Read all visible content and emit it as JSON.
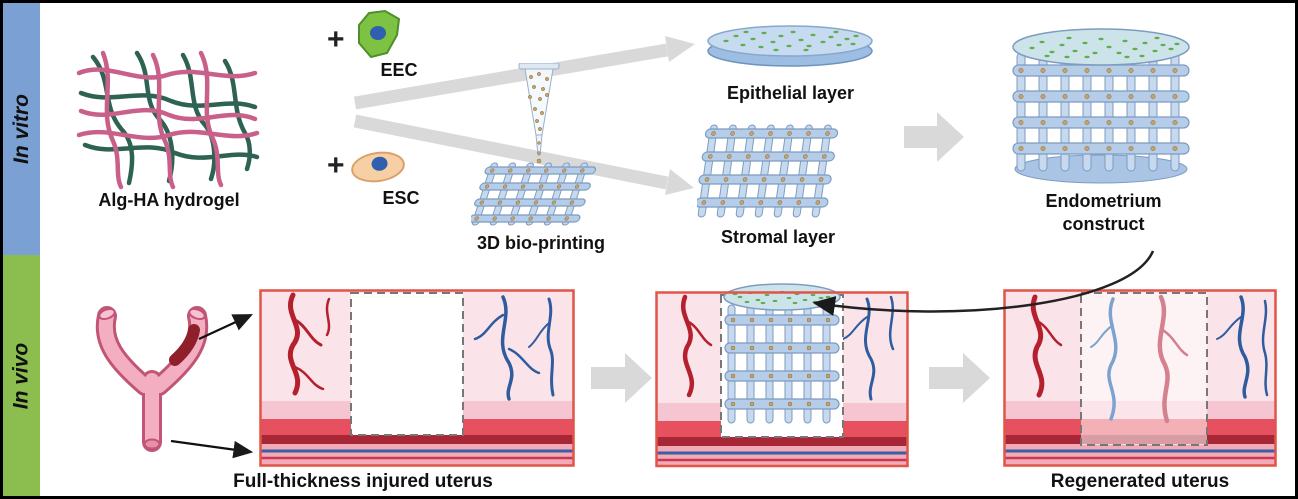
{
  "sidebar": {
    "in_vitro_label": "In vitro",
    "in_vivo_label": "In vivo"
  },
  "vitro": {
    "hydrogel_label": "Alg-HA hydrogel",
    "plus_eec": "+",
    "eec_label": "EEC",
    "plus_esc": "+",
    "esc_label": "ESC",
    "bioprint_label": "3D bio-printing",
    "epithelial_label": "Epithelial layer",
    "stromal_label": "Stromal layer",
    "construct_line1": "Endometrium",
    "construct_line2": "construct"
  },
  "vivo": {
    "injured_label": "Full-thickness injured uterus",
    "regenerated_label": "Regenerated uterus"
  },
  "colors": {
    "in_vitro_bar": "#7aa0d4",
    "in_vivo_bar": "#8cbd4f",
    "arrow_gray": "#d9d9d9",
    "scaffold_blue": "#b6cde9",
    "scaffold_outline": "#7d9cc0",
    "hydrogel_pink": "#c9608a",
    "hydrogel_green": "#2e6353",
    "cell_eec_green": "#7dc242",
    "cell_esc_peach": "#f6cfa4",
    "nucleus_blue": "#2f5fae",
    "tissue_pink": "#fbe4e9",
    "tissue_border_red": "#e05548",
    "vessel_red": "#b5202e",
    "vessel_blue": "#2e5c9e",
    "bioink_dot_tan": "#c9a268",
    "epithelium_dot_green": "#5fae4e",
    "uterus_pink": "#f4aec2",
    "injury_dark_red": "#8f1f2a"
  }
}
